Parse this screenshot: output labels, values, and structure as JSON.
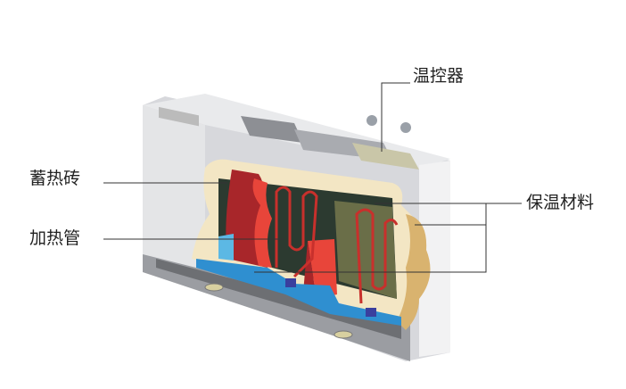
{
  "labels": {
    "thermostat": "温控器",
    "storage_brick": "蓄热砖",
    "heating_tube": "加热管",
    "insulation": "保温材料"
  },
  "colors": {
    "brick": "#c8302c",
    "brick_light": "#e8453a",
    "insulation": "#f3e6c4",
    "insulation_side": "#d9b36f",
    "base_blue": "#2f8fd0",
    "casing": "#dcdde0"
  }
}
